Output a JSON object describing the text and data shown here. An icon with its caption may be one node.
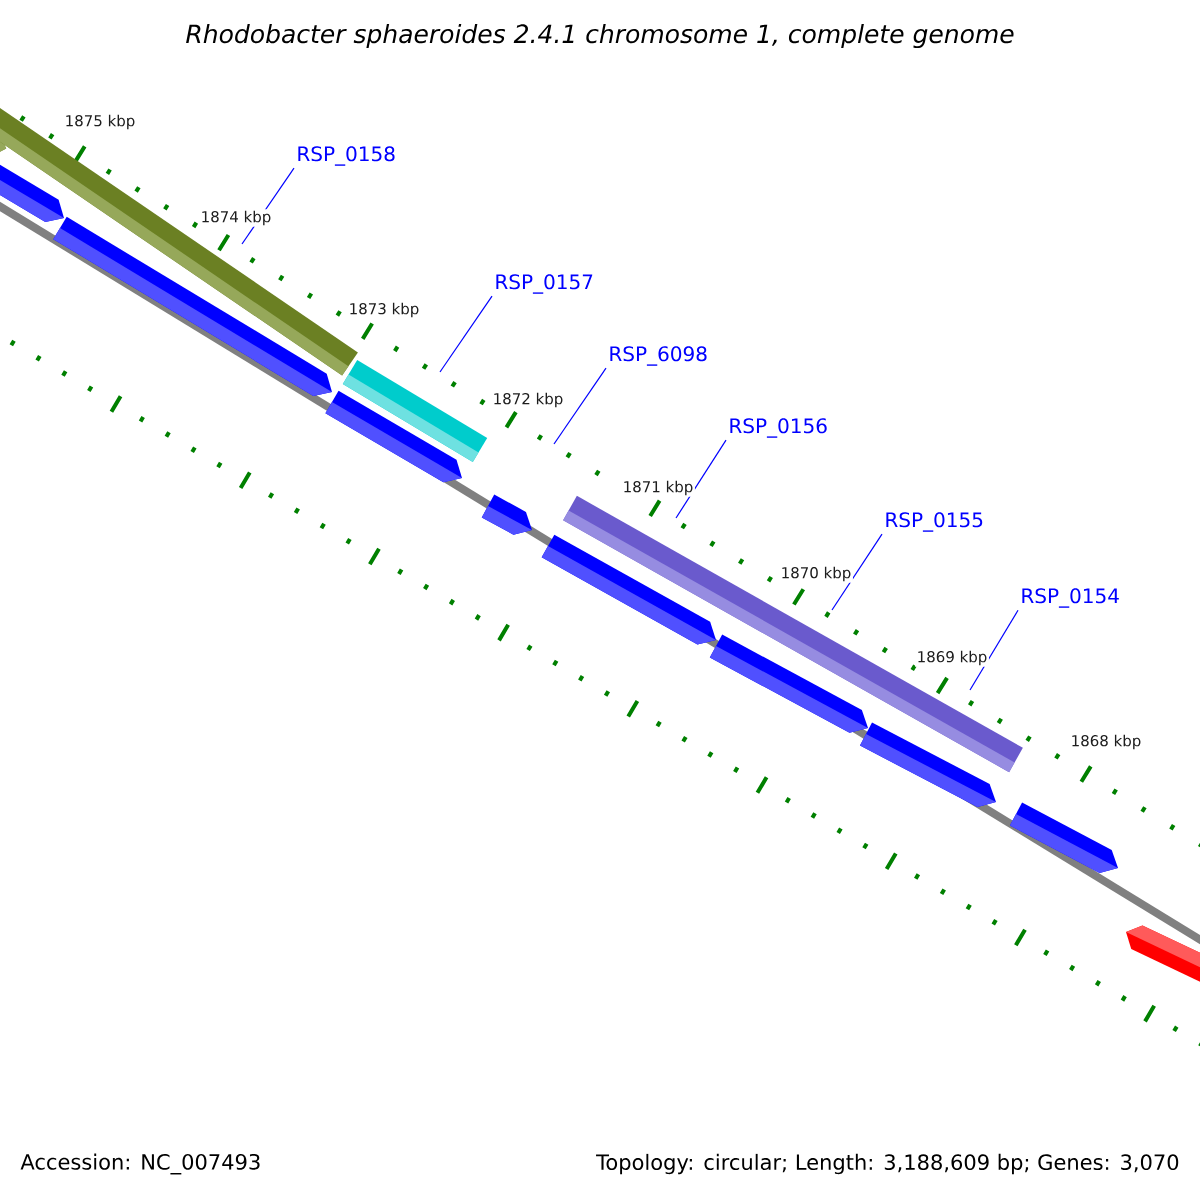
{
  "diagram": {
    "title": "Rhodobacter sphaeroides 2.4.1 chromosome 1, complete genome",
    "nodes": [
      {
        "text": [
          "RSP_0158"
        ]
      },
      {
        "text": [
          "RSP_0157"
        ]
      },
      {
        "text": [
          "RSP_6098"
        ]
      },
      {
        "text": [
          "RSP_0156"
        ]
      },
      {
        "text": [
          "RSP_0155"
        ]
      },
      {
        "text": [
          "RSP_0154"
        ]
      }
    ],
    "edges": [
      {
        "from": 0,
        "to": null,
        "arrow": "none"
      },
      {
        "from": 1,
        "to": null,
        "arrow": "none"
      },
      {
        "from": 2,
        "to": null,
        "arrow": "none"
      },
      {
        "from": 3,
        "to": null,
        "arrow": "none"
      },
      {
        "from": 4,
        "to": null,
        "arrow": "none"
      },
      {
        "from": 5,
        "to": null,
        "arrow": "none"
      }
    ],
    "labels": [
      "1875 kbp",
      "1874 kbp",
      "1873 kbp",
      "1872 kbp",
      "1871 kbp",
      "1870 kbp",
      "1869 kbp",
      "1868 kbp",
      "Accession: NC_007493",
      "Topology: circular; Length: 3,188,609 bp; Genes: 3,070"
    ]
  }
}
